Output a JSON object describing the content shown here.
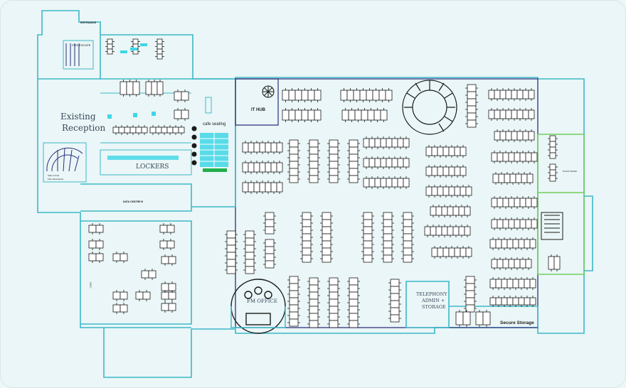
{
  "colors": {
    "background": "#eaf6f7",
    "teal": "#3db8c9",
    "navy": "#2b2f7a",
    "green": "#6fcf5f",
    "cyan_fill": "#3fd6e6",
    "green_fill": "#22b04b",
    "ink": "#1a1a1a"
  },
  "labels": {
    "entrance": "ENTRANCE",
    "stair_top": "FIRE ESCAPE",
    "existing": "Existing",
    "reception": "Reception",
    "lockers": "LOCKERS",
    "cafe": "cafe seating",
    "it_hub": "IT HUB",
    "data_centre": "DATA CENTRE B",
    "fm_office": "FM OFFICE",
    "telephony_1": "TELEPHONY",
    "telephony_2": "ADMIN +",
    "telephony_3": "STORAGE",
    "secure_storage": "Secure Storage",
    "stair_note_1": "Stair to First",
    "stair_note_2": "Floor Mezzanine",
    "plant": "PLANT ROOM",
    "side_note": "CORE"
  }
}
